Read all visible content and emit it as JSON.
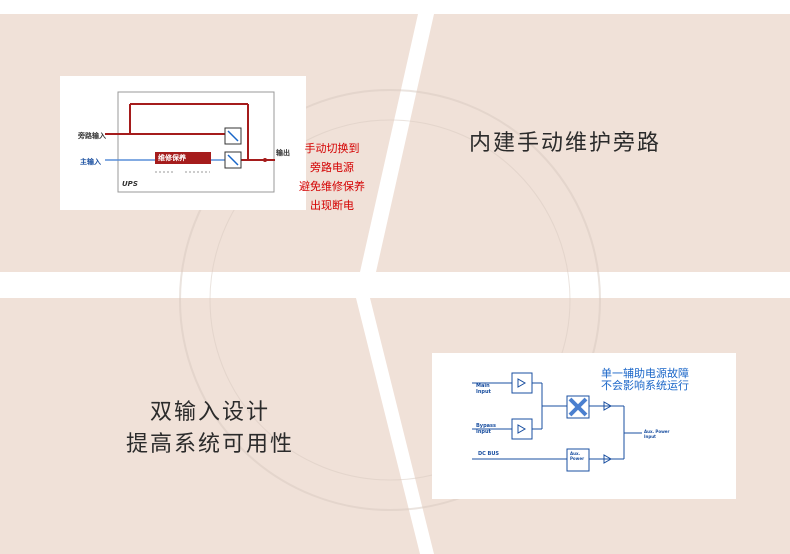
{
  "slogans": {
    "top": "内建手动维护旁路",
    "bottom_line1": "双输入设计",
    "bottom_line2": "提高系统可用性"
  },
  "ups_diagram": {
    "bypass_input": "旁路输入",
    "main_input": "主输入",
    "maintenance_bypass": "维修保养",
    "output": "输出",
    "ups_label": "UPS",
    "note_lines": [
      "手动切换到",
      "旁路电源",
      "避免维修保养",
      "出现断电"
    ]
  },
  "aux_diagram": {
    "main_input": "Main Input",
    "bypass_input": "Bypass Input",
    "dc_bus": "DC BUS",
    "aux_power": "Aux. Power",
    "aux_power_input": "Aux. Power Input",
    "note_lines": [
      "单一辅助电源故障",
      "不会影响系统运行"
    ]
  },
  "colors": {
    "band": "#f0e1d8",
    "red": "#d40000",
    "blue": "#1a66c8",
    "dark_red": "#a51c1c"
  }
}
